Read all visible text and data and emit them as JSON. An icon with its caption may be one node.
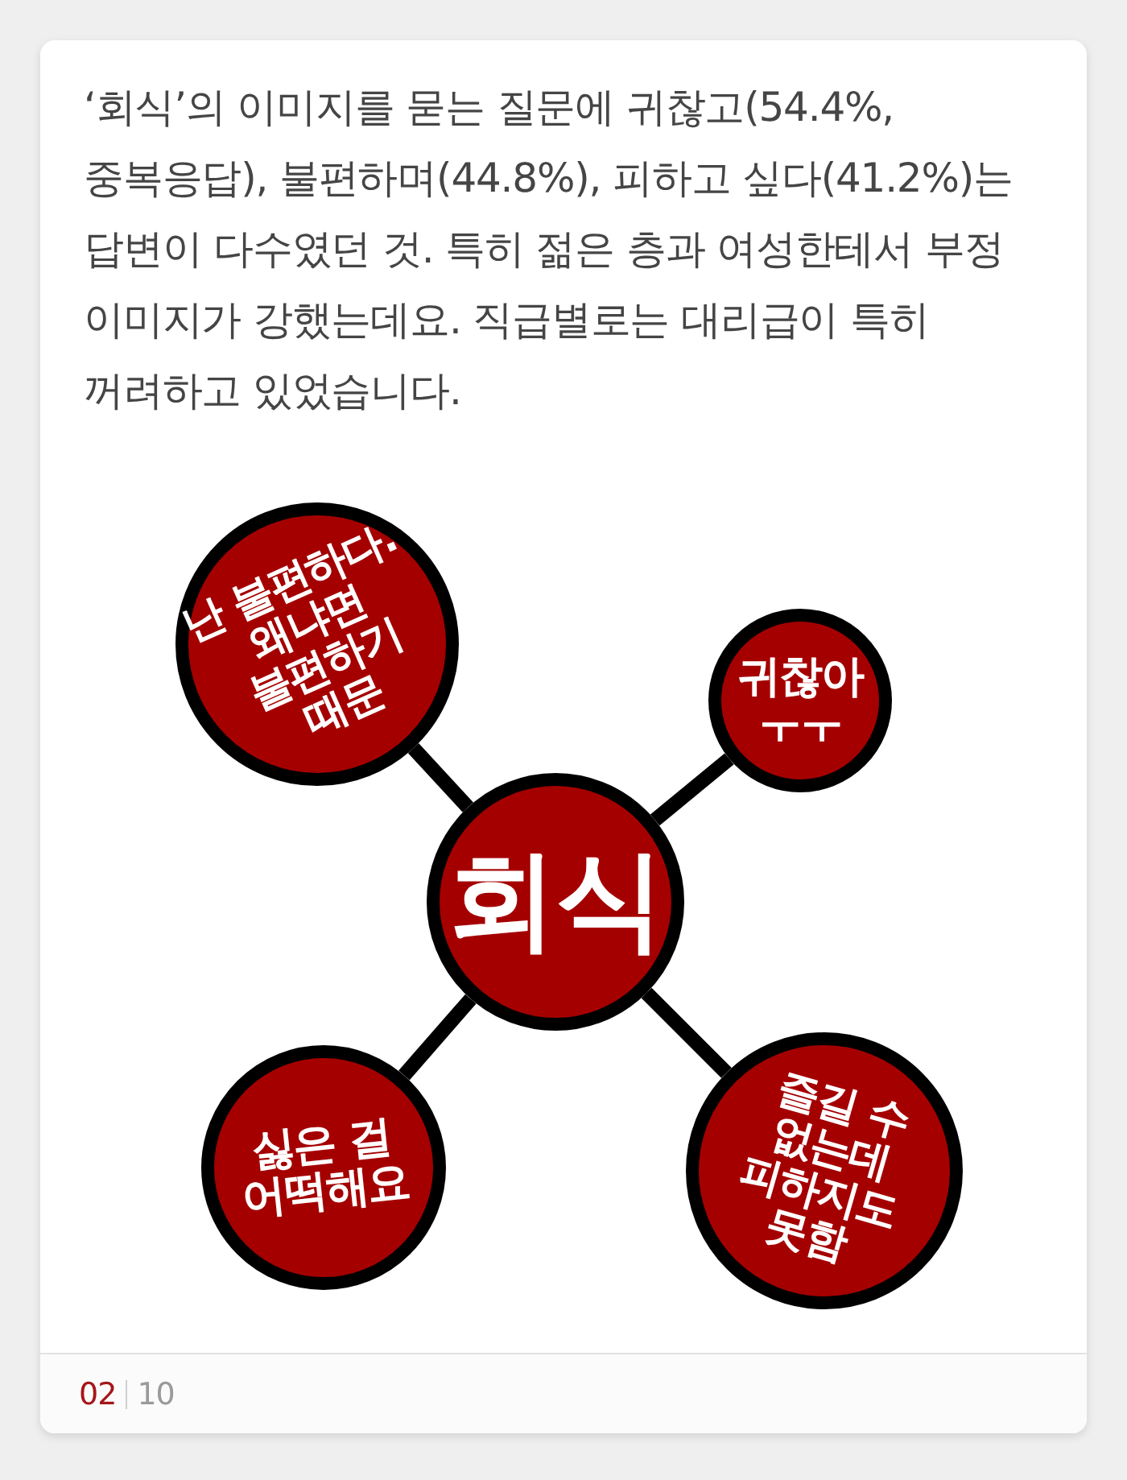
{
  "diagram": {
    "nodes": [
      {
        "text": [
          "회식"
        ]
      },
      {
        "text": [
          "난 불편하다. 왜냐면 불편하기 때문"
        ]
      },
      {
        "text": [
          "귀찮아 ㅜㅜ"
        ]
      },
      {
        "text": [
          "싫은 걸 어떡해요"
        ]
      },
      {
        "text": [
          "즐길 수 없는데 피하지도 못함"
        ]
      }
    ],
    "edges": [
      {
        "from": 0,
        "to": 1,
        "arrow": "none"
      },
      {
        "from": 0,
        "to": 2,
        "arrow": "none"
      },
      {
        "from": 0,
        "to": 3,
        "arrow": "none"
      },
      {
        "from": 0,
        "to": 4,
        "arrow": "none"
      }
    ],
    "labels": [
      "‘회식’의 이미지를 묻는 질문에 귀찮고(54.4%, 중복응답), 불편하며(44.8%), 피하고 싶다(41.2%)는 답변이 다수였던 것. 특히 젊은 층과 여성한테서 부정 이미지가 강했는데요. 직급별로는 대리급이 특히 꺼려하고 있었습니다.",
      "02",
      "10"
    ]
  }
}
